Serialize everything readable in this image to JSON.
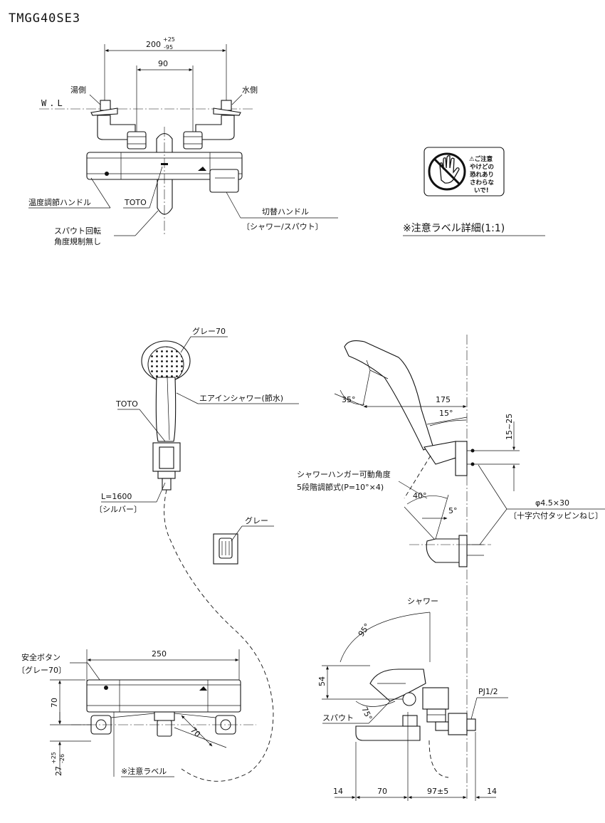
{
  "model": "TMGG40SE3",
  "top_view": {
    "dims": {
      "outer_base": "200",
      "outer_plus": "+25",
      "outer_minus": "-95",
      "inner": "90"
    },
    "wall_line": "W.L",
    "hot_side": "湯側",
    "cold_side": "水側",
    "temp_handle": "温度調節ハンドル",
    "brand": "TOTO",
    "spout_note_1": "スパウト回転",
    "spout_note_2": "角度規制無し",
    "switch_handle": "切替ハンドル",
    "switch_detail": "〔シャワー/スパウト〕"
  },
  "caution_label": {
    "icon": "no-touch-hand-icon",
    "lines": [
      "⚠ご注意",
      "やけどの",
      "恐れあり",
      "さわらな",
      "いで!"
    ],
    "caption": "※注意ラベル詳細(1:1)"
  },
  "shower_view": {
    "color": "グレー70",
    "shower_name": "エアインシャワー(節水)",
    "brand": "TOTO",
    "hose_length": "L=1600",
    "hose_color": "〔シルバー〕",
    "hanger_color": "グレー"
  },
  "side_shower": {
    "head_angle": "35°",
    "reach": "175",
    "tilt": "15°",
    "height_range": "15~25",
    "hanger_note_1": "シャワーハンガー可動角度",
    "hanger_note_2": "5段階調節式(P=10°×4)",
    "angle_total": "40°",
    "angle_min": "5°",
    "screw": "φ4.5×30",
    "screw_note": "〔十字穴付タッピンねじ〕"
  },
  "bottom_front": {
    "safety_button": "安全ボタン",
    "safety_color": "〔グレー70〕",
    "width": "250",
    "height": "70",
    "offset_base": "27",
    "offset_plus": "+25",
    "offset_minus": "-26",
    "spout_swing": "70",
    "label_note": "※注意ラベル"
  },
  "bottom_side": {
    "shower": "シャワー",
    "spout": "スパウト",
    "angle_shower": "95°",
    "angle_spout": "75°",
    "height": "54",
    "pipe": "PJ1/2",
    "dim_a": "14",
    "dim_b": "70",
    "dim_c": "97±5",
    "dim_d": "14"
  }
}
